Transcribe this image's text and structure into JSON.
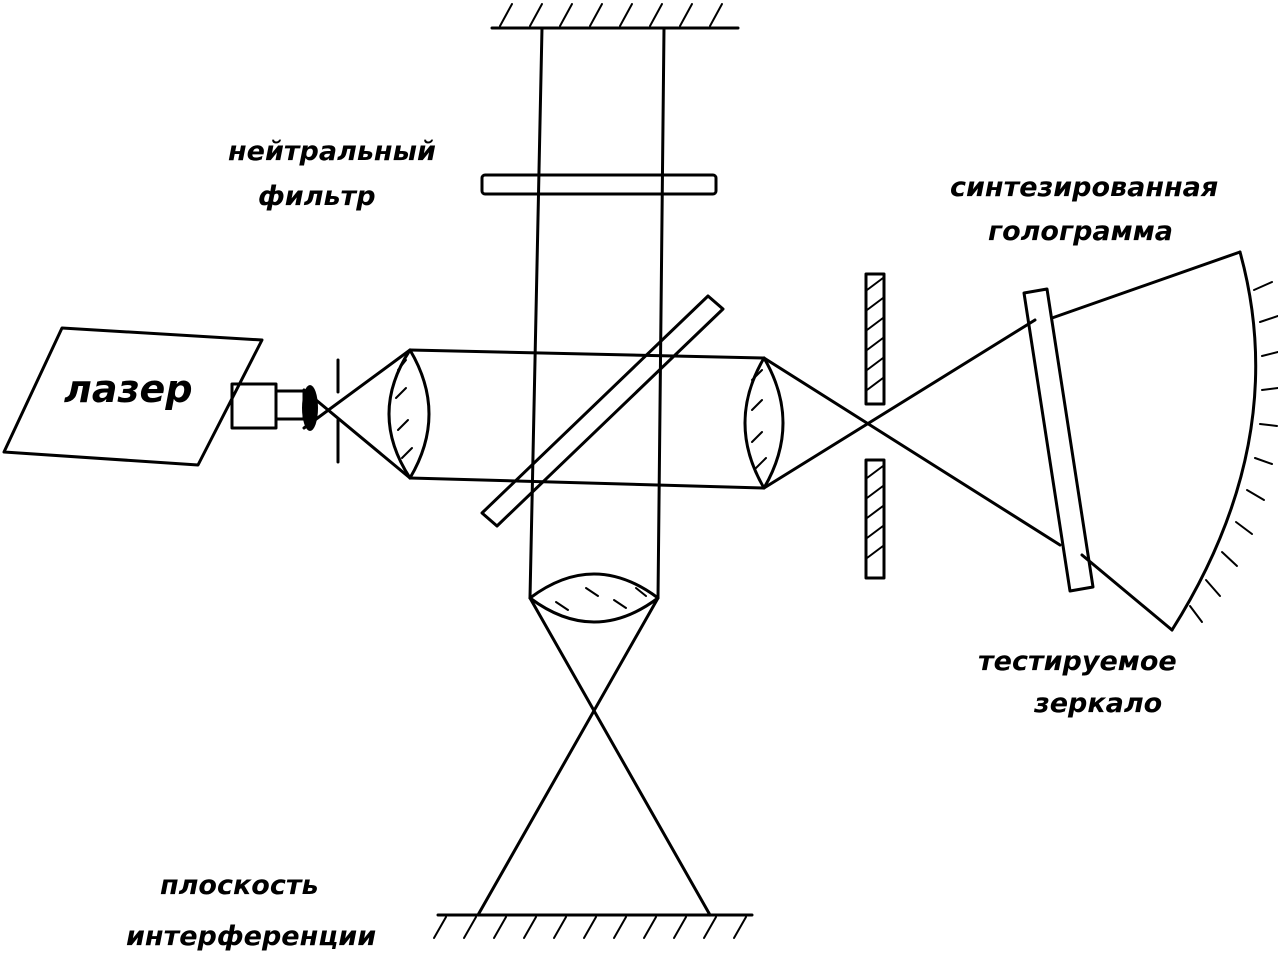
{
  "labels": {
    "laser": "лазер",
    "neutral_filter_line1": "нейтральный",
    "neutral_filter_line2": "фильтр",
    "hologram_line1": "синтезированная",
    "hologram_line2": "голограмма",
    "mirror_line1": "тестируемое",
    "mirror_line2": "зеркало",
    "plane_line1": "плоскость",
    "plane_line2": "интерференции"
  },
  "colors": {
    "ink": "#000000",
    "paper": "#ffffff"
  }
}
